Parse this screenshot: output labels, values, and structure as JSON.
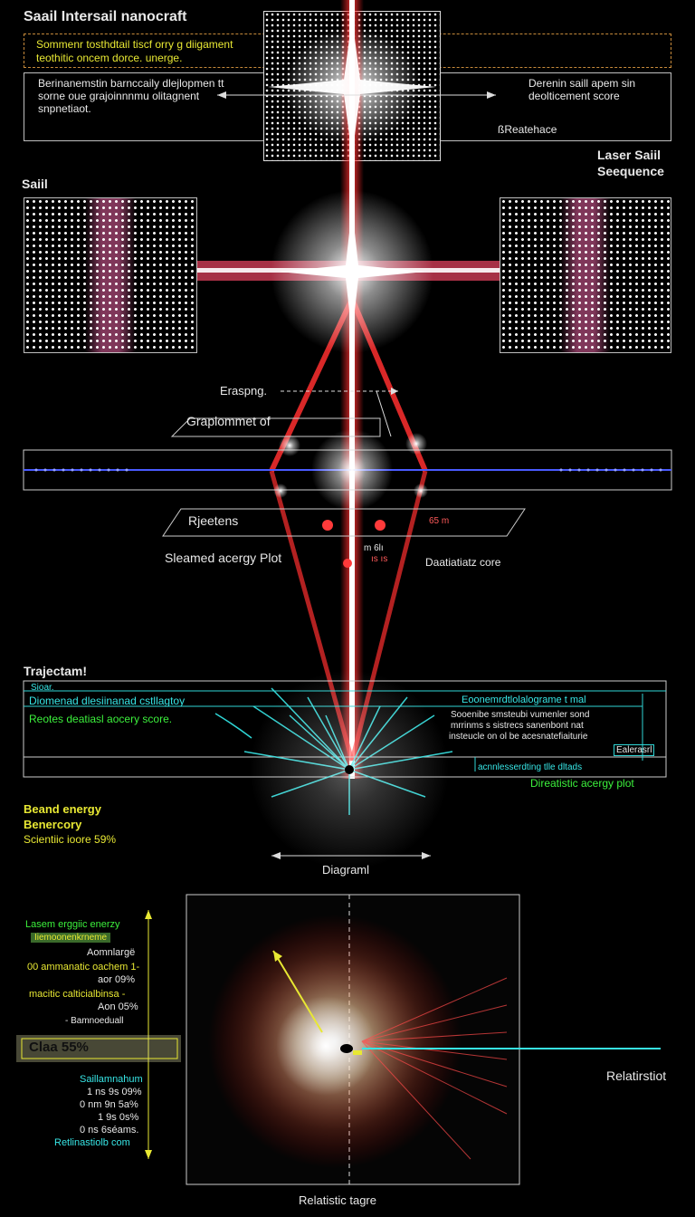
{
  "header": {
    "title": "Saail Intersail nanocraft",
    "note_line1": "Sommenr tosthdtail tiscf orry g diigament",
    "note_line2": "teothitic oncem dorce. unerge.",
    "left_desc_line1": "Berinanemstin barnccaily dlejlopmen tt",
    "left_desc_line2": "sorne oue grajoinnnmu olitagnent",
    "left_desc_line3": "snpnetiaot.",
    "right_desc_line1": "Derenin saill apem sin",
    "right_desc_line2": "deolticement score",
    "reatehace": "ßReatehace"
  },
  "sail_section": {
    "left_label": "Saiil",
    "right_label_line1": "Laser Saiil",
    "right_label_line2": "Seequence"
  },
  "middle": {
    "erasing": "Eraspng.",
    "graplommet": "Graplommet of",
    "rjeetens": "Rjeetens",
    "slean_plot": "Sleamed acergy Plot",
    "dastiiat_core": "Daatiatiatz core",
    "right_codes_1": "65 m",
    "right_codes_2": "m 6lı",
    "right_codes_3": "ıs ıs"
  },
  "trajectory": {
    "title": "Trajectam!",
    "row1": "Sioar.",
    "row2": "Diomenad dlesiinanad cstllagtoy",
    "row3": "Reotes deatiasl aocery score.",
    "right_head": "Eoonemrdtlolalograme t mal",
    "right_line1": "Sooenibe smsteubi vumenler sond",
    "right_line2": "mrrinms s sistrecs sanenbont nat",
    "right_line3": "insteucle on ol be acesnatefiaiturie",
    "right_badge": "Ealerasrl",
    "right_line4": "acnnlesserdting tlle dltads",
    "green_caption": "Direatistic acergy plot"
  },
  "energy": {
    "line1": "Beand energy",
    "line2": "Benercory",
    "line3": "Scientiic ioore 59%"
  },
  "diagram": {
    "label": "Diagraml",
    "right_label": "Relatirstiot",
    "bottom_label": "Relatistic tagre"
  },
  "side_panel": {
    "head": "Lasem erggiic enerzy",
    "hl_bar": "Iiemoonenkrneme",
    "l1": "Aomnlargë",
    "l2": "00 ammanatic oachem 1-",
    "l3": "aor 09%",
    "l4": "macitic calticialbinsa -",
    "l5": "Aon 05%",
    "l6": "- Bamnoeduall",
    "big": "Claa 55%",
    "c1": "Saillamnahum",
    "c2": "1 ns 9s 09%",
    "c3": "0 nm 9n 5a%",
    "c4": "1 9s 0s%",
    "c5": "0 ns 6séams.",
    "c6": "Retlinastiolb com"
  },
  "colors": {
    "laser_red": "#ff3a3a",
    "beam_white": "#ffffff",
    "accent_cyan": "#37e6e6",
    "accent_yellow": "#e8e833",
    "accent_green": "#3cf03c",
    "sail_magenta": "#ff6fb0"
  }
}
